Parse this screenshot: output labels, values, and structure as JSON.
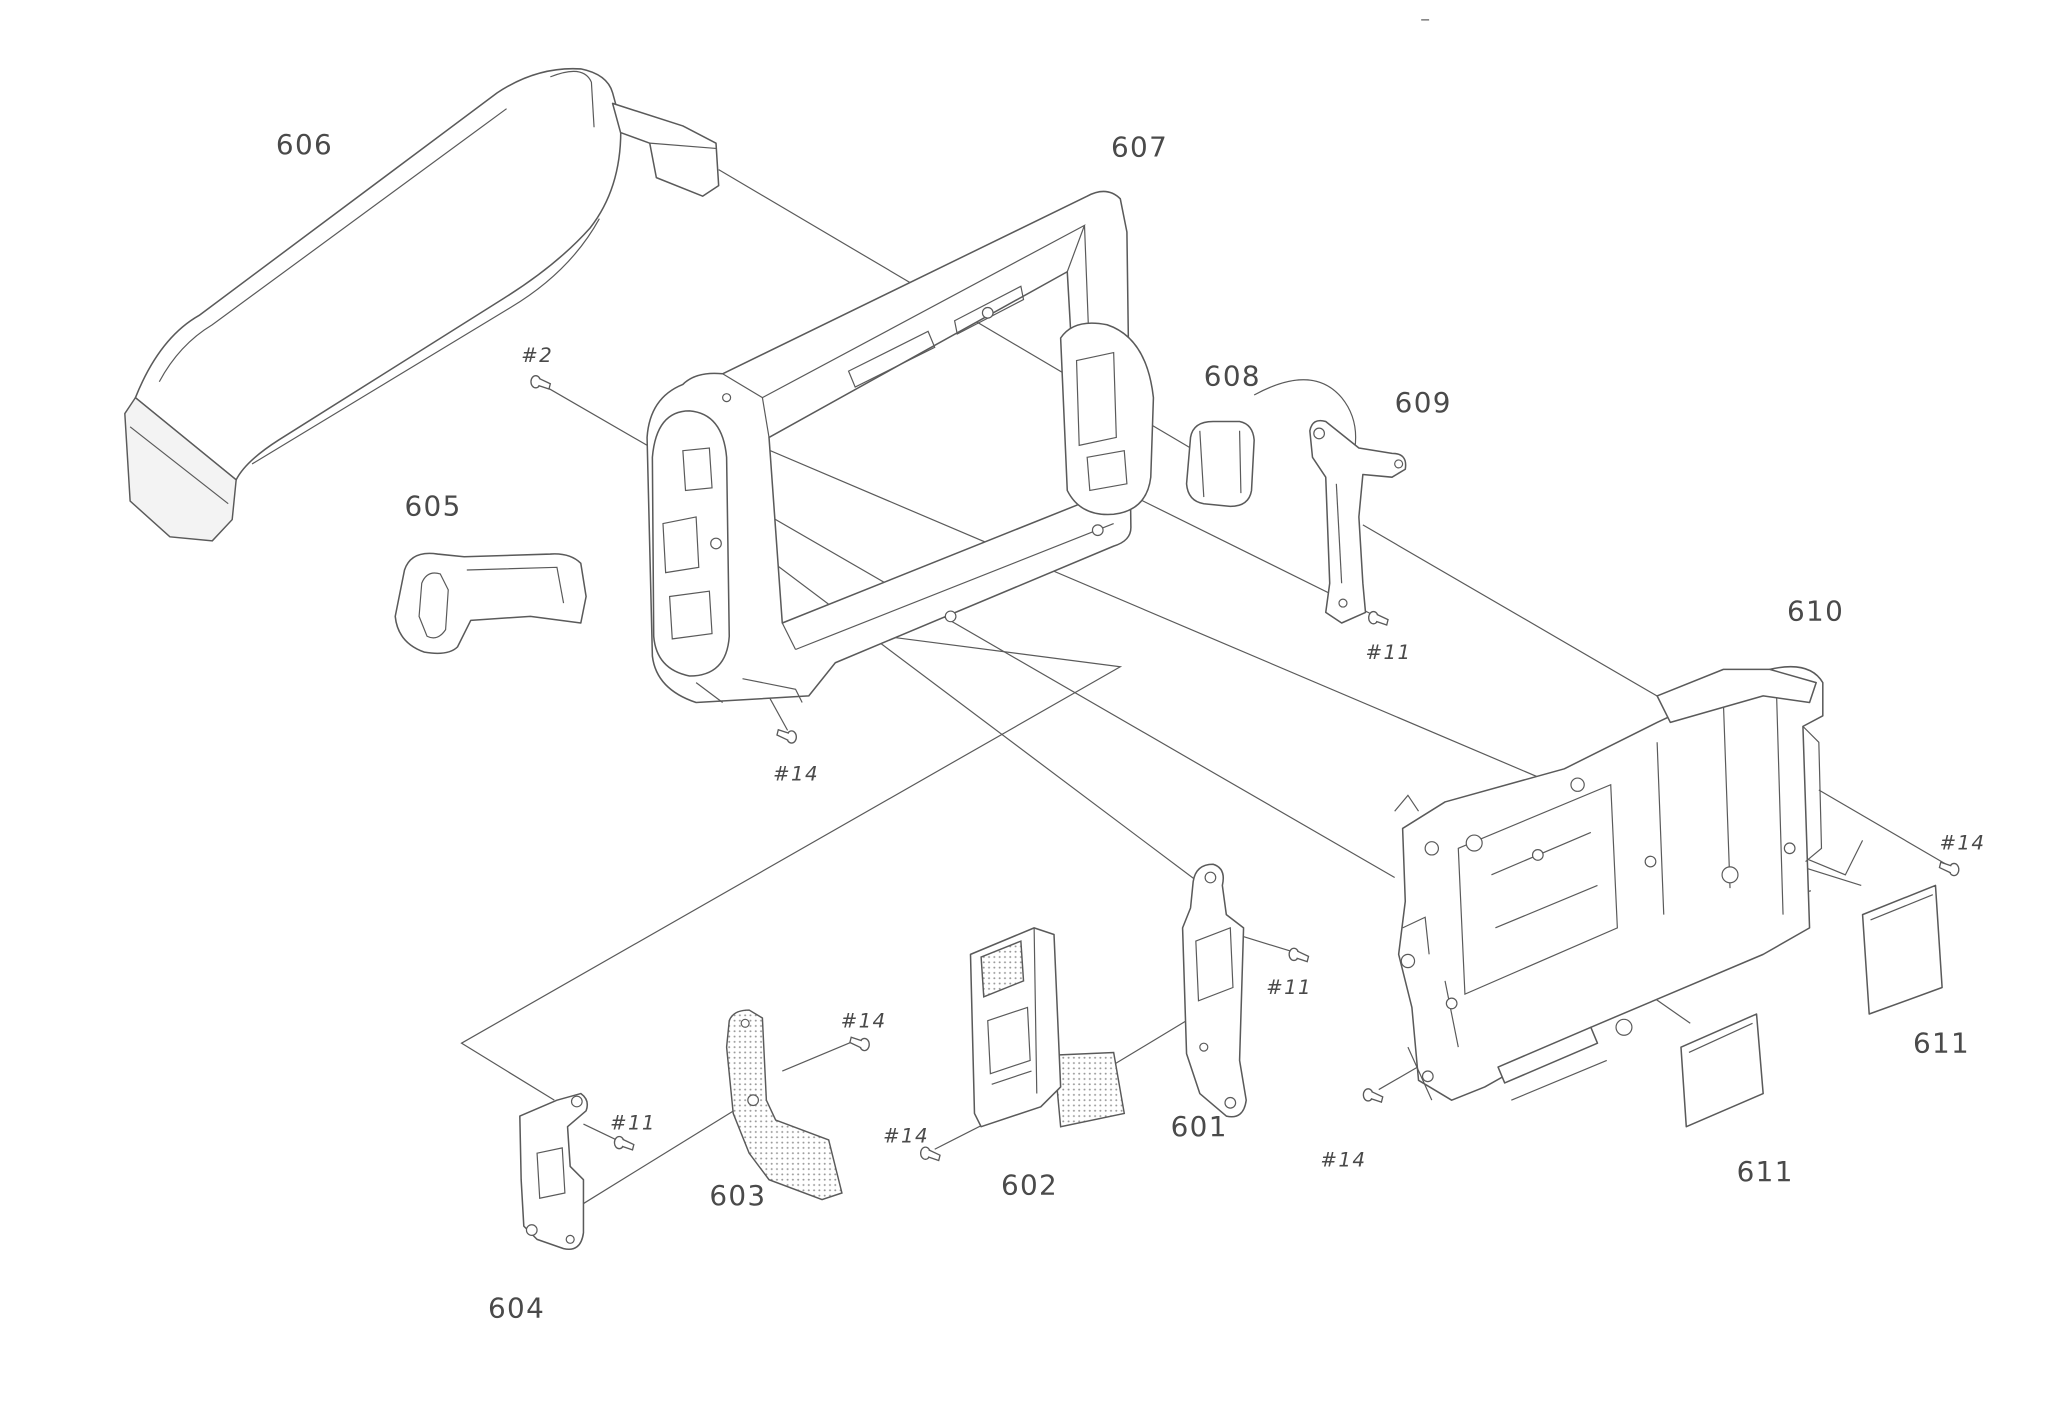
{
  "diagram": {
    "callouts": {
      "part_606": "606",
      "part_607": "607",
      "part_608": "608",
      "part_609": "609",
      "part_605": "605",
      "part_610": "610",
      "part_611_right": "611",
      "part_611_lower": "611",
      "part_601": "601",
      "part_602": "602",
      "part_603": "603",
      "part_604": "604"
    },
    "screws": {
      "screw_2": "#2",
      "screw_11_upper": "#11",
      "screw_11_mid": "#11",
      "screw_11_left": "#11",
      "screw_14_frame": "#14",
      "screw_14_right": "#14",
      "screw_14_flex": "#14",
      "screw_14_block": "#14",
      "screw_14_chassis": "#14"
    }
  },
  "colors": {
    "ink": "#4a4a4a",
    "line": "#5a5a5a",
    "background": "#ffffff"
  }
}
